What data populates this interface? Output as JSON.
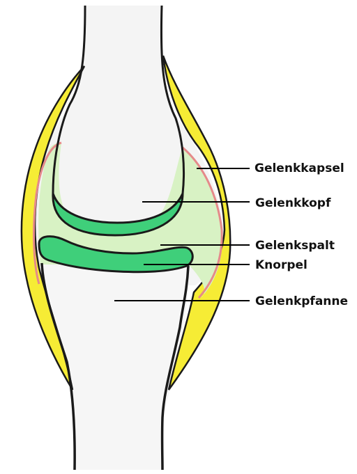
{
  "labels": {
    "gelenkkapsel": "Gelenkkapsel",
    "gelenkkopf": "Gelenkkopf",
    "gelenkspalt": "Gelenkspalt",
    "knorpel": "Knorpel",
    "gelenkpfanne": "Gelenkpfanne"
  },
  "colors": {
    "capsule": "#f6ec35",
    "synovial_membrane": "#e58a8a",
    "cartilage": "#3fcf7a",
    "joint_fluid": "#d8f2c4",
    "bone": "#f4f4f4",
    "outline": "#1a1a1a"
  }
}
